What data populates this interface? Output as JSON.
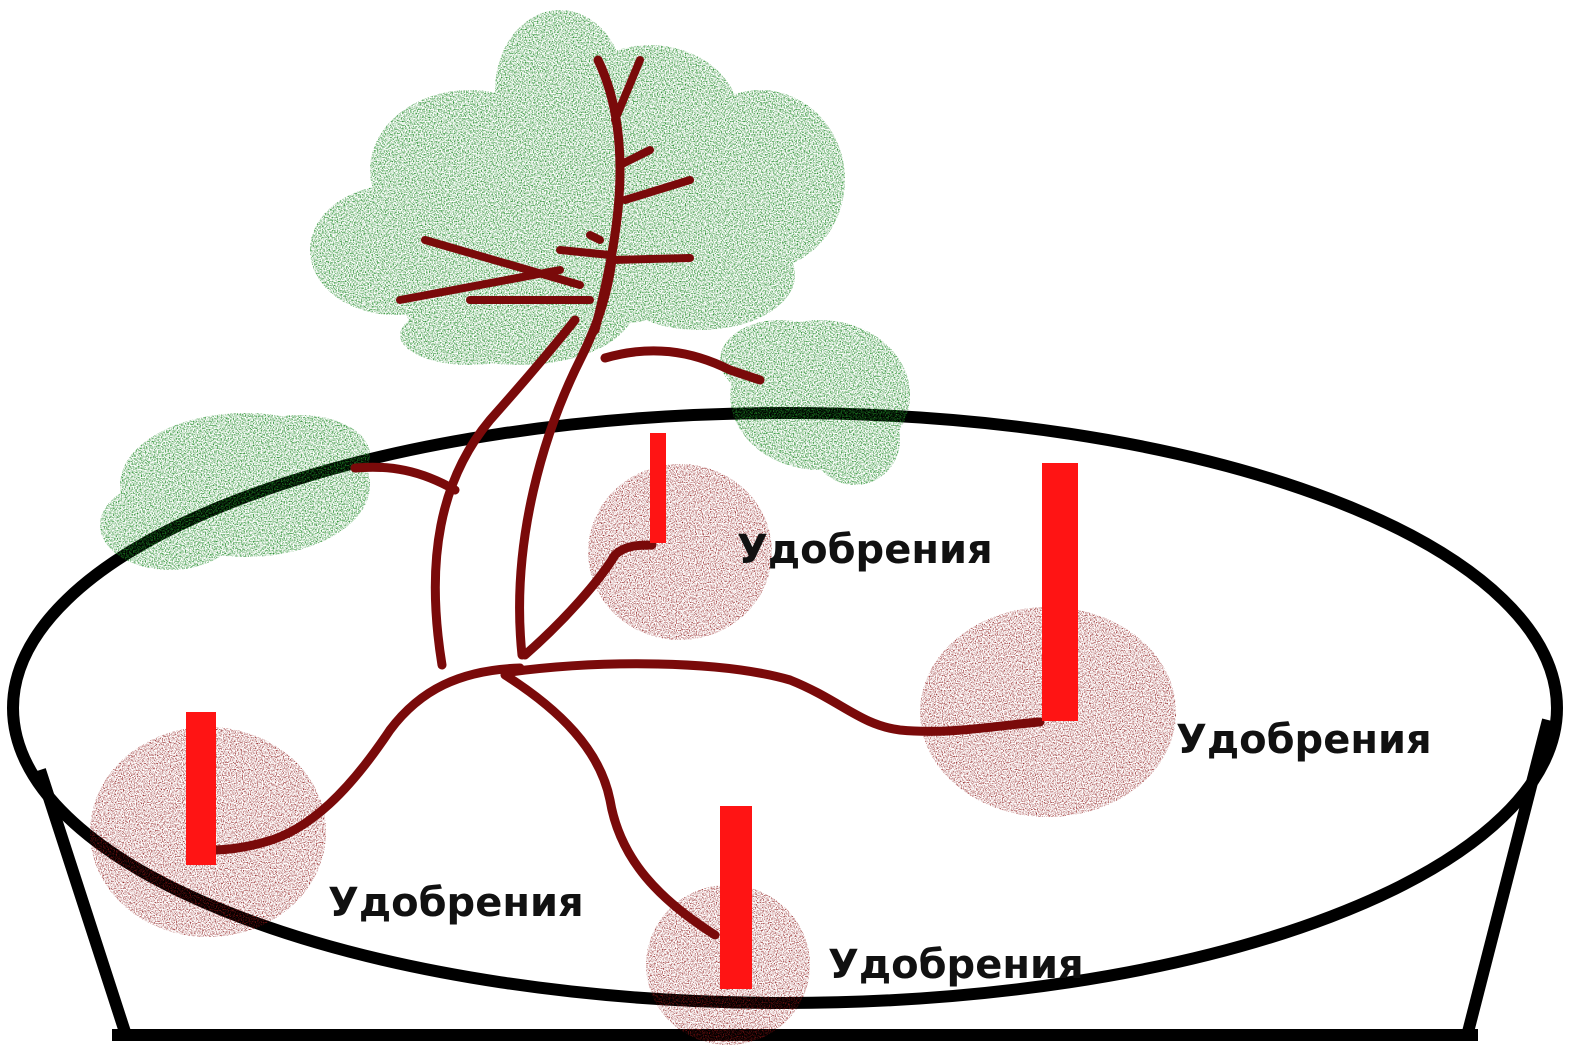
{
  "colors": {
    "foliage": "#1f8a26",
    "branch": "#7a0a0a",
    "fertilizer_patch": "#8a1515",
    "fertilizer_stick": "#ff1414",
    "pot_outline": "#000000",
    "background": "#ffffff"
  },
  "labels": {
    "fert_top": "Удобрения",
    "fert_right": "Удобрения",
    "fert_left": "Удобрения",
    "fert_bottom": "Удобрения"
  }
}
